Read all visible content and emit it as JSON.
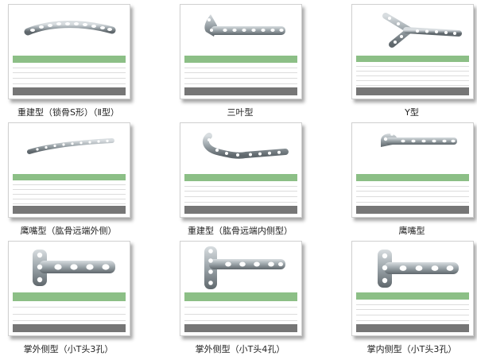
{
  "colors": {
    "table_header": "#8cbf86",
    "footer_bar": "#767676",
    "plate": "#9aa3a8"
  },
  "products": [
    {
      "caption": "重建型（锁骨S形）（Ⅱ型）",
      "shape": "curved-reconstruction-plate",
      "table_rows": 4
    },
    {
      "caption": "三叶型",
      "shape": "cloverleaf-plate",
      "table_rows": 4
    },
    {
      "caption": "Y型",
      "shape": "y-plate",
      "table_rows": 5
    },
    {
      "caption": "鹰嘴型（肱骨远端外侧）",
      "shape": "olecranon-plate",
      "table_rows": 6
    },
    {
      "caption": "重建型（肱骨远端内侧型）",
      "shape": "medial-distal-humerus-plate",
      "table_rows": 4
    },
    {
      "caption": "鹰嘴型",
      "shape": "olecranon-hook-plate",
      "table_rows": 4
    },
    {
      "caption": "掌外侧型（小T头3孔）",
      "shape": "t-plate-3-hole",
      "table_rows": 3
    },
    {
      "caption": "掌外侧型（小T头4孔）",
      "shape": "t-plate-4-hole",
      "table_rows": 3
    },
    {
      "caption": "掌内侧型（小T头3孔）",
      "shape": "t-plate-3-hole-medial",
      "table_rows": 4
    }
  ]
}
